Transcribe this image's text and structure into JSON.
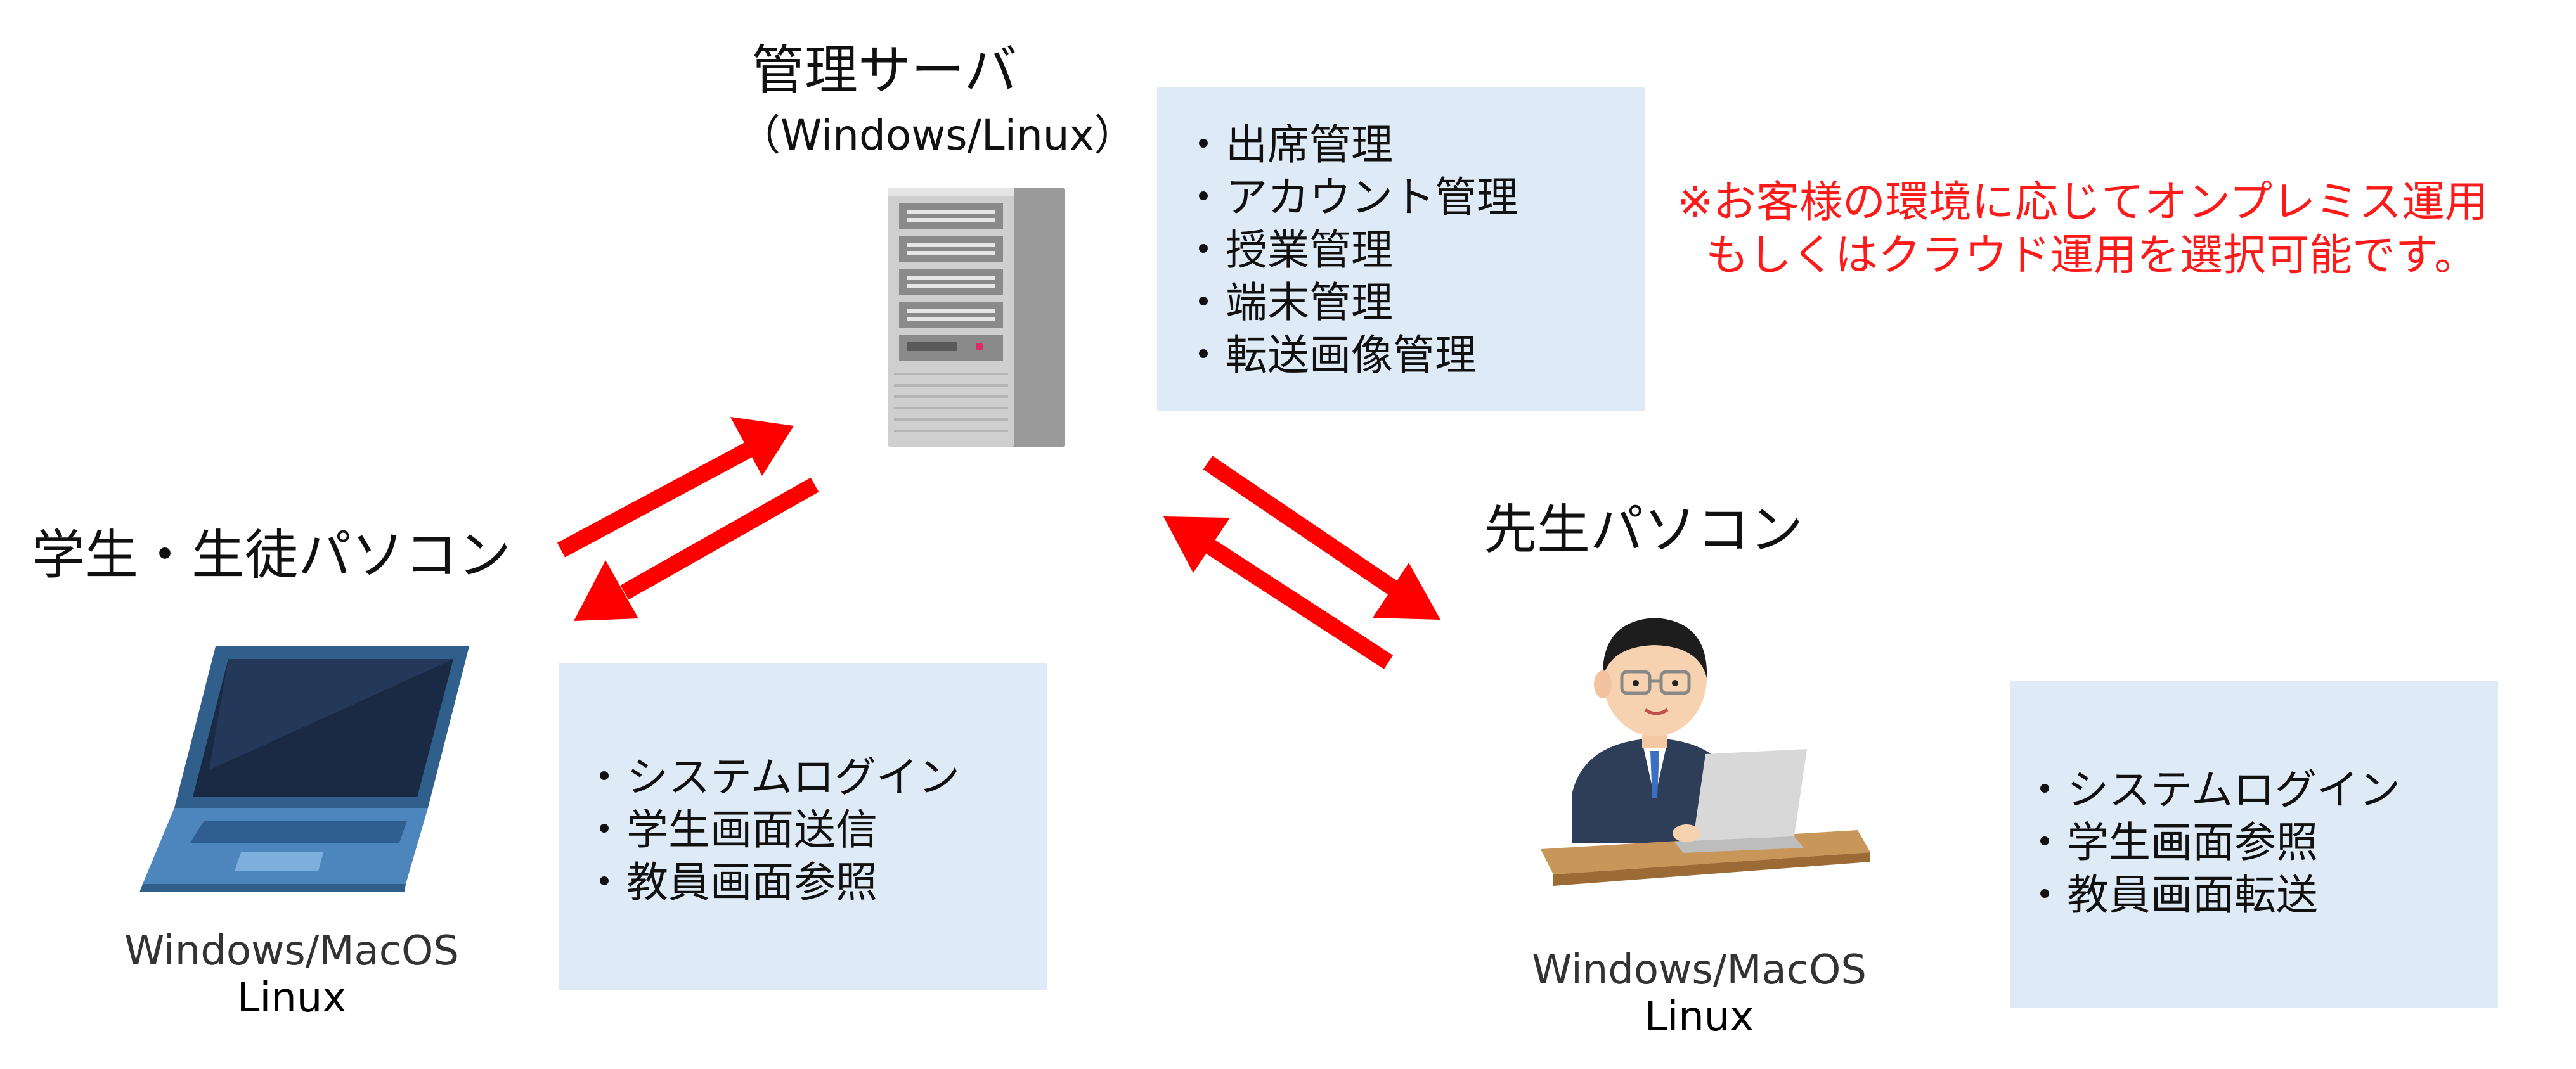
{
  "server": {
    "title": "管理サーバ",
    "os": "（Windows/Linux）",
    "functions": [
      "出席管理",
      "アカウント管理",
      "授業管理",
      "端末管理",
      "転送画像管理"
    ]
  },
  "note": {
    "line1": "※お客様の環境に応じてオンプレミス運用",
    "line2": "もしくはクラウド運用を選択可能です。"
  },
  "student": {
    "title": "学生・生徒パソコン",
    "os_line1": "Windows/MacOS",
    "os_line2": "Linux",
    "functions": [
      "システムログイン",
      "学生画面送信",
      "教員画面参照"
    ]
  },
  "teacher": {
    "title": "先生パソコン",
    "os_line1": "Windows/MacOS",
    "os_line2": "Linux",
    "functions": [
      "システムログイン",
      "学生画面参照",
      "教員画面転送"
    ]
  },
  "colors": {
    "panel": "#deeaf6",
    "arrow": "#ff0000",
    "note": "#ff1a1a"
  }
}
